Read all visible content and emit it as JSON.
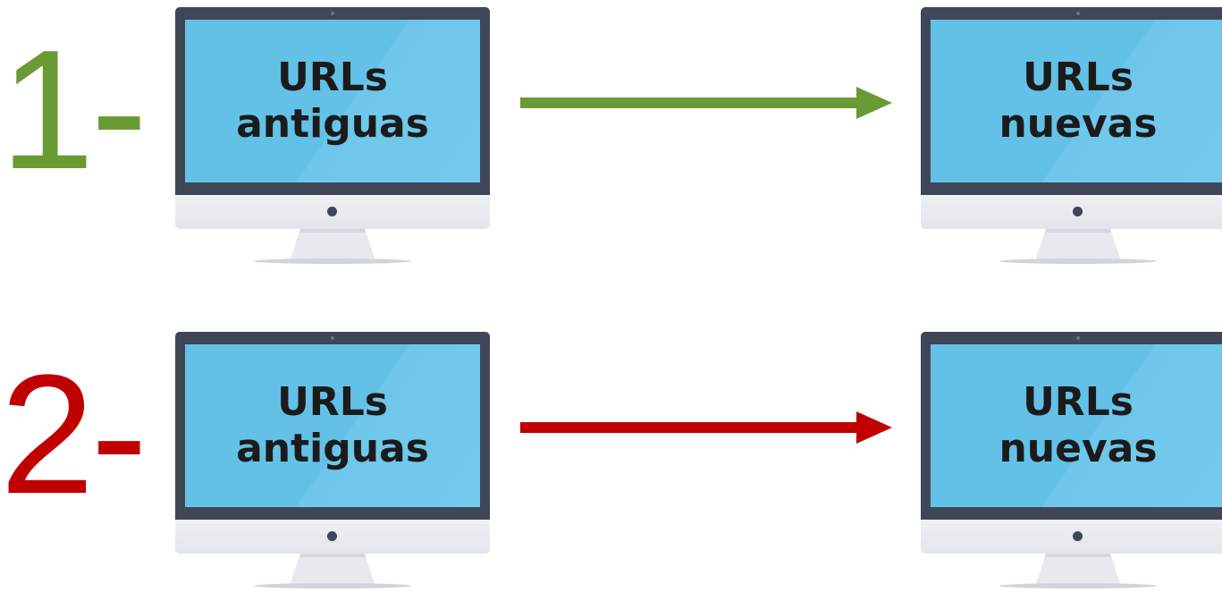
{
  "rows": [
    {
      "step": "1-",
      "color": "#6a9a34",
      "left_screen": {
        "line1": "URLs",
        "line2": "antiguas"
      },
      "right_screen": {
        "line1": "URLs",
        "line2": "nuevas"
      },
      "arrow_direction": "right"
    },
    {
      "step": "2-",
      "color": "#c00000",
      "left_screen": {
        "line1": "URLs",
        "line2": "antiguas"
      },
      "right_screen": {
        "line1": "URLs",
        "line2": "nuevas"
      },
      "arrow_direction": "right"
    }
  ],
  "icons": {
    "monitor": "desktop-monitor-icon",
    "arrow": "arrow-right-icon"
  }
}
